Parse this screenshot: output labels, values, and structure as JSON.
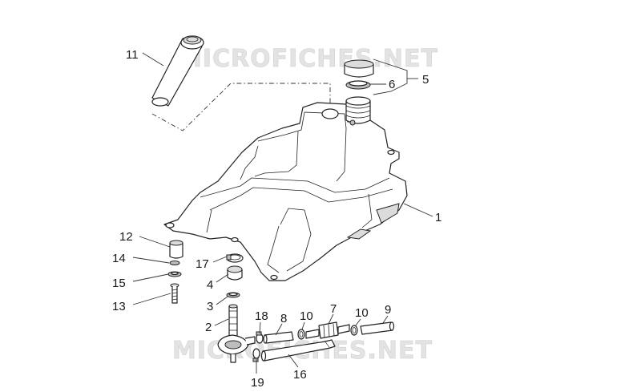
{
  "watermark": {
    "top": "MICROFICHES.NET",
    "bottom": "MICROFICHES.NET"
  },
  "callouts": {
    "c1": "1",
    "c2": "2",
    "c3": "3",
    "c4": "4",
    "c5": "5",
    "c6": "6",
    "c7": "7",
    "c8": "8",
    "c9": "9",
    "c10a": "10",
    "c10b": "10",
    "c11": "11",
    "c12": "12",
    "c13": "13",
    "c14": "14",
    "c15": "15",
    "c16": "16",
    "c17": "17",
    "c18": "18",
    "c19": "19"
  }
}
